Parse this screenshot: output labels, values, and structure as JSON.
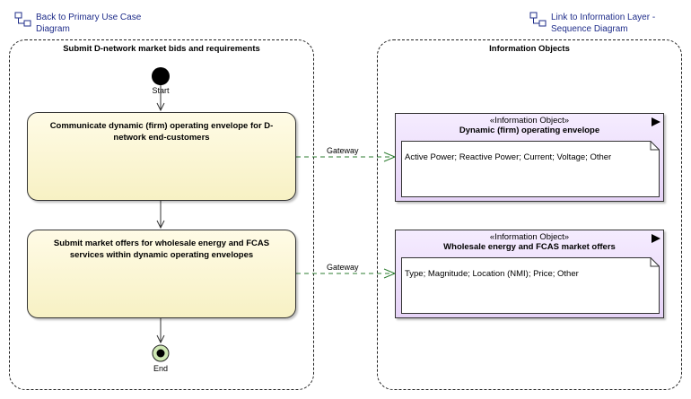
{
  "links": {
    "back": "Back to Primary Use Case\nDiagram",
    "info": "Link to Information Layer -\nSequence Diagram"
  },
  "lanes": {
    "left_title": "Submit D-network market bids and requirements",
    "right_title": "Information Objects"
  },
  "nodes": {
    "start": "Start",
    "end": "End",
    "action1": "Communicate dynamic (firm) operating envelope for D-network end-customers",
    "action2": "Submit market offers for wholesale energy and FCAS services within dynamic operating envelopes"
  },
  "flows": {
    "gateway1": "Gateway",
    "gateway2": "Gateway"
  },
  "info_objects": [
    {
      "stereotype": "«Information Object»",
      "name": "Dynamic (firm) operating envelope",
      "attributes": "Active Power; Reactive Power; Current; Voltage; Other"
    },
    {
      "stereotype": "«Information Object»",
      "name": "Wholesale energy and FCAS market offers",
      "attributes": "Type; Magnitude; Location (NMI); Price; Other"
    }
  ]
}
